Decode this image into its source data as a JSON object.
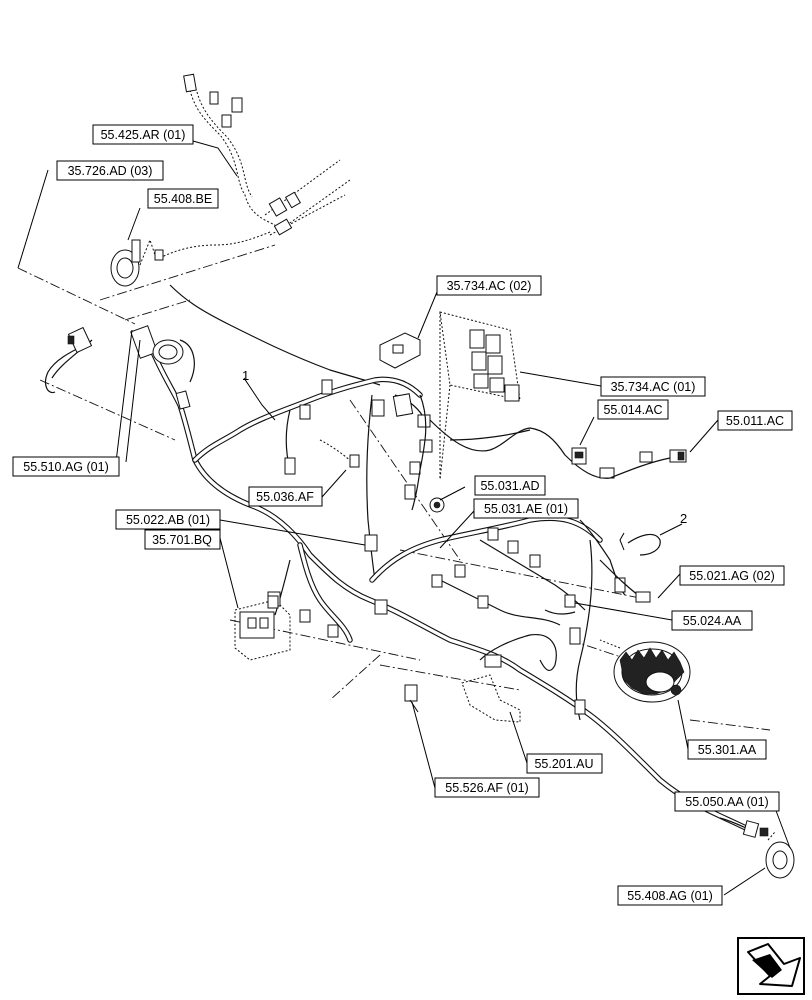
{
  "callouts": {
    "c_55_425_AR": "55.425.AR (01)",
    "c_35_726_AD": "35.726.AD (03)",
    "c_55_408_BE": "55.408.BE",
    "c_35_734_AC_02": "35.734.AC (02)",
    "c_35_734_AC_01": "35.734.AC (01)",
    "c_55_014_AC": "55.014.AC",
    "c_55_011_AC": "55.011.AC",
    "c_55_510_AG": "55.510.AG (01)",
    "c_55_036_AF": "55.036.AF",
    "c_55_031_AD": "55.031.AD",
    "c_55_031_AE": "55.031.AE (01)",
    "c_55_022_AB": "55.022.AB (01)",
    "c_35_701_BQ": "35.701.BQ",
    "c_55_021_AG": "55.021.AG (02)",
    "c_55_024_AA": "55.024.AA",
    "c_55_301_AA": "55.301.AA",
    "c_55_201_AU": "55.201.AU",
    "c_55_050_AA": "55.050.AA (01)",
    "c_55_526_AF": "55.526.AF (01)",
    "c_55_408_AG": "55.408.AG (01)"
  },
  "item_numbers": {
    "item1": "1",
    "item2": "2"
  },
  "icons": {
    "nav": "next-page-arrow-icon"
  }
}
